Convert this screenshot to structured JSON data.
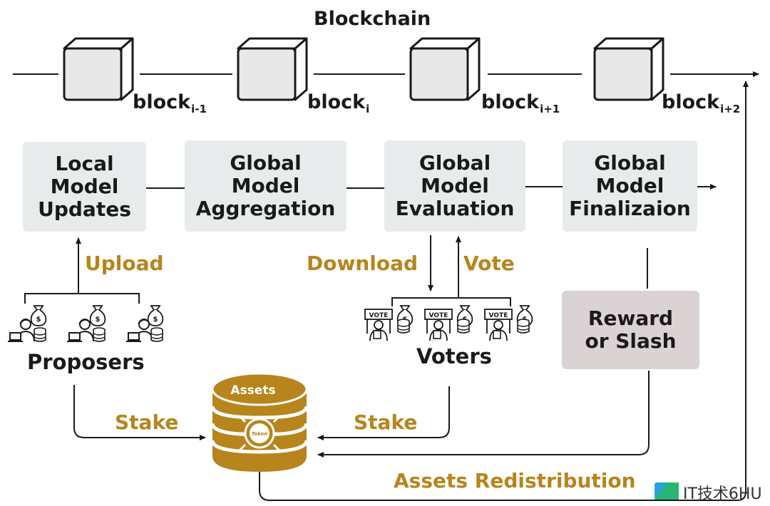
{
  "title": "Blockchain",
  "blocks": [
    {
      "base": "block",
      "sub": "i-1"
    },
    {
      "base": "block",
      "sub": "i"
    },
    {
      "base": "block",
      "sub": "i+1"
    },
    {
      "base": "block",
      "sub": "i+2"
    }
  ],
  "stages": [
    {
      "lines": [
        "Local",
        "Model",
        "Updates"
      ]
    },
    {
      "lines": [
        "Global",
        "Model",
        "Aggregation"
      ]
    },
    {
      "lines": [
        "Global",
        "Model",
        "Evaluation"
      ]
    },
    {
      "lines": [
        "Global",
        "Model",
        "Finalizaion"
      ]
    }
  ],
  "reward_box": {
    "lines": [
      "Reward",
      "or Slash"
    ]
  },
  "labels": {
    "upload": "Upload",
    "download": "Download",
    "vote": "Vote",
    "stake_left": "Stake",
    "stake_right": "Stake",
    "redistribution": "Assets Redistribution",
    "proposers": "Proposers",
    "voters": "Voters",
    "assets": "Assets",
    "token": "Token",
    "vote_sign": "VOTE"
  },
  "watermark": "IT技术6HU",
  "colors": {
    "accent": "#b8841c",
    "box": "#e8ebeb",
    "reward_box": "#dbd2d4",
    "line": "#1a1a1a"
  }
}
